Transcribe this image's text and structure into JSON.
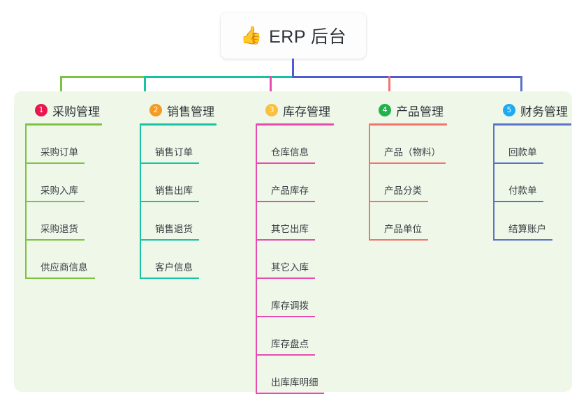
{
  "diagram": {
    "type": "mindmap-tree",
    "background_color": "#ffffff",
    "panel_color": "#eef7e8",
    "root": {
      "emoji": "👍",
      "emoji_name": "thumbs-up-emoji",
      "title": "ERP 后台"
    },
    "trunk_color": "#4f5bd5",
    "branch_bar": [
      {
        "name": "bar-segment-green",
        "color": "#7dc242"
      },
      {
        "name": "bar-segment-teal",
        "color": "#17c3a2"
      },
      {
        "name": "bar-segment-blue",
        "color": "#4f5bd5"
      }
    ],
    "columns": [
      {
        "index": "1",
        "title": "采购管理",
        "badge_color": "#e8174e",
        "line_color": "#7dc242",
        "connector_color": "#7dc242",
        "rule_width": 110,
        "items": [
          {
            "label": "采购订单",
            "rule_width": 85
          },
          {
            "label": "采购入库",
            "rule_width": 85
          },
          {
            "label": "采购退货",
            "rule_width": 85
          },
          {
            "label": "供应商信息",
            "rule_width": 100
          }
        ]
      },
      {
        "index": "2",
        "title": "销售管理",
        "badge_color": "#f59a23",
        "line_color": "#17c3a2",
        "connector_color": "#17c3a2",
        "rule_width": 110,
        "items": [
          {
            "label": "销售订单",
            "rule_width": 85
          },
          {
            "label": "销售出库",
            "rule_width": 85
          },
          {
            "label": "销售退货",
            "rule_width": 85
          },
          {
            "label": "客户信息",
            "rule_width": 85
          }
        ]
      },
      {
        "index": "3",
        "title": "库存管理",
        "badge_color": "#fac03d",
        "line_color": "#e84bb0",
        "connector_color": "#e84bb0",
        "rule_width": 112,
        "items": [
          {
            "label": "仓库信息",
            "rule_width": 85
          },
          {
            "label": "产品库存",
            "rule_width": 85
          },
          {
            "label": "其它出库",
            "rule_width": 85
          },
          {
            "label": "其它入库",
            "rule_width": 85
          },
          {
            "label": "库存调拨",
            "rule_width": 85
          },
          {
            "label": "库存盘点",
            "rule_width": 85
          },
          {
            "label": "出库库明细",
            "rule_width": 98
          }
        ]
      },
      {
        "index": "4",
        "title": "产品管理",
        "badge_color": "#22b14c",
        "line_color": "#f4736d",
        "connector_color": "#f4736d",
        "rule_width": 112,
        "items": [
          {
            "label": "产品（物料）",
            "rule_width": 110
          },
          {
            "label": "产品分类",
            "rule_width": 85
          },
          {
            "label": "产品单位",
            "rule_width": 85
          }
        ]
      },
      {
        "index": "5",
        "title": "财务管理",
        "badge_color": "#1eaaf1",
        "line_color": "#5b72c9",
        "connector_color": "#5b72c9",
        "rule_width": 112,
        "items": [
          {
            "label": "回款单",
            "rule_width": 72
          },
          {
            "label": "付款单",
            "rule_width": 72
          },
          {
            "label": "结算账户",
            "rule_width": 85
          }
        ]
      }
    ]
  }
}
